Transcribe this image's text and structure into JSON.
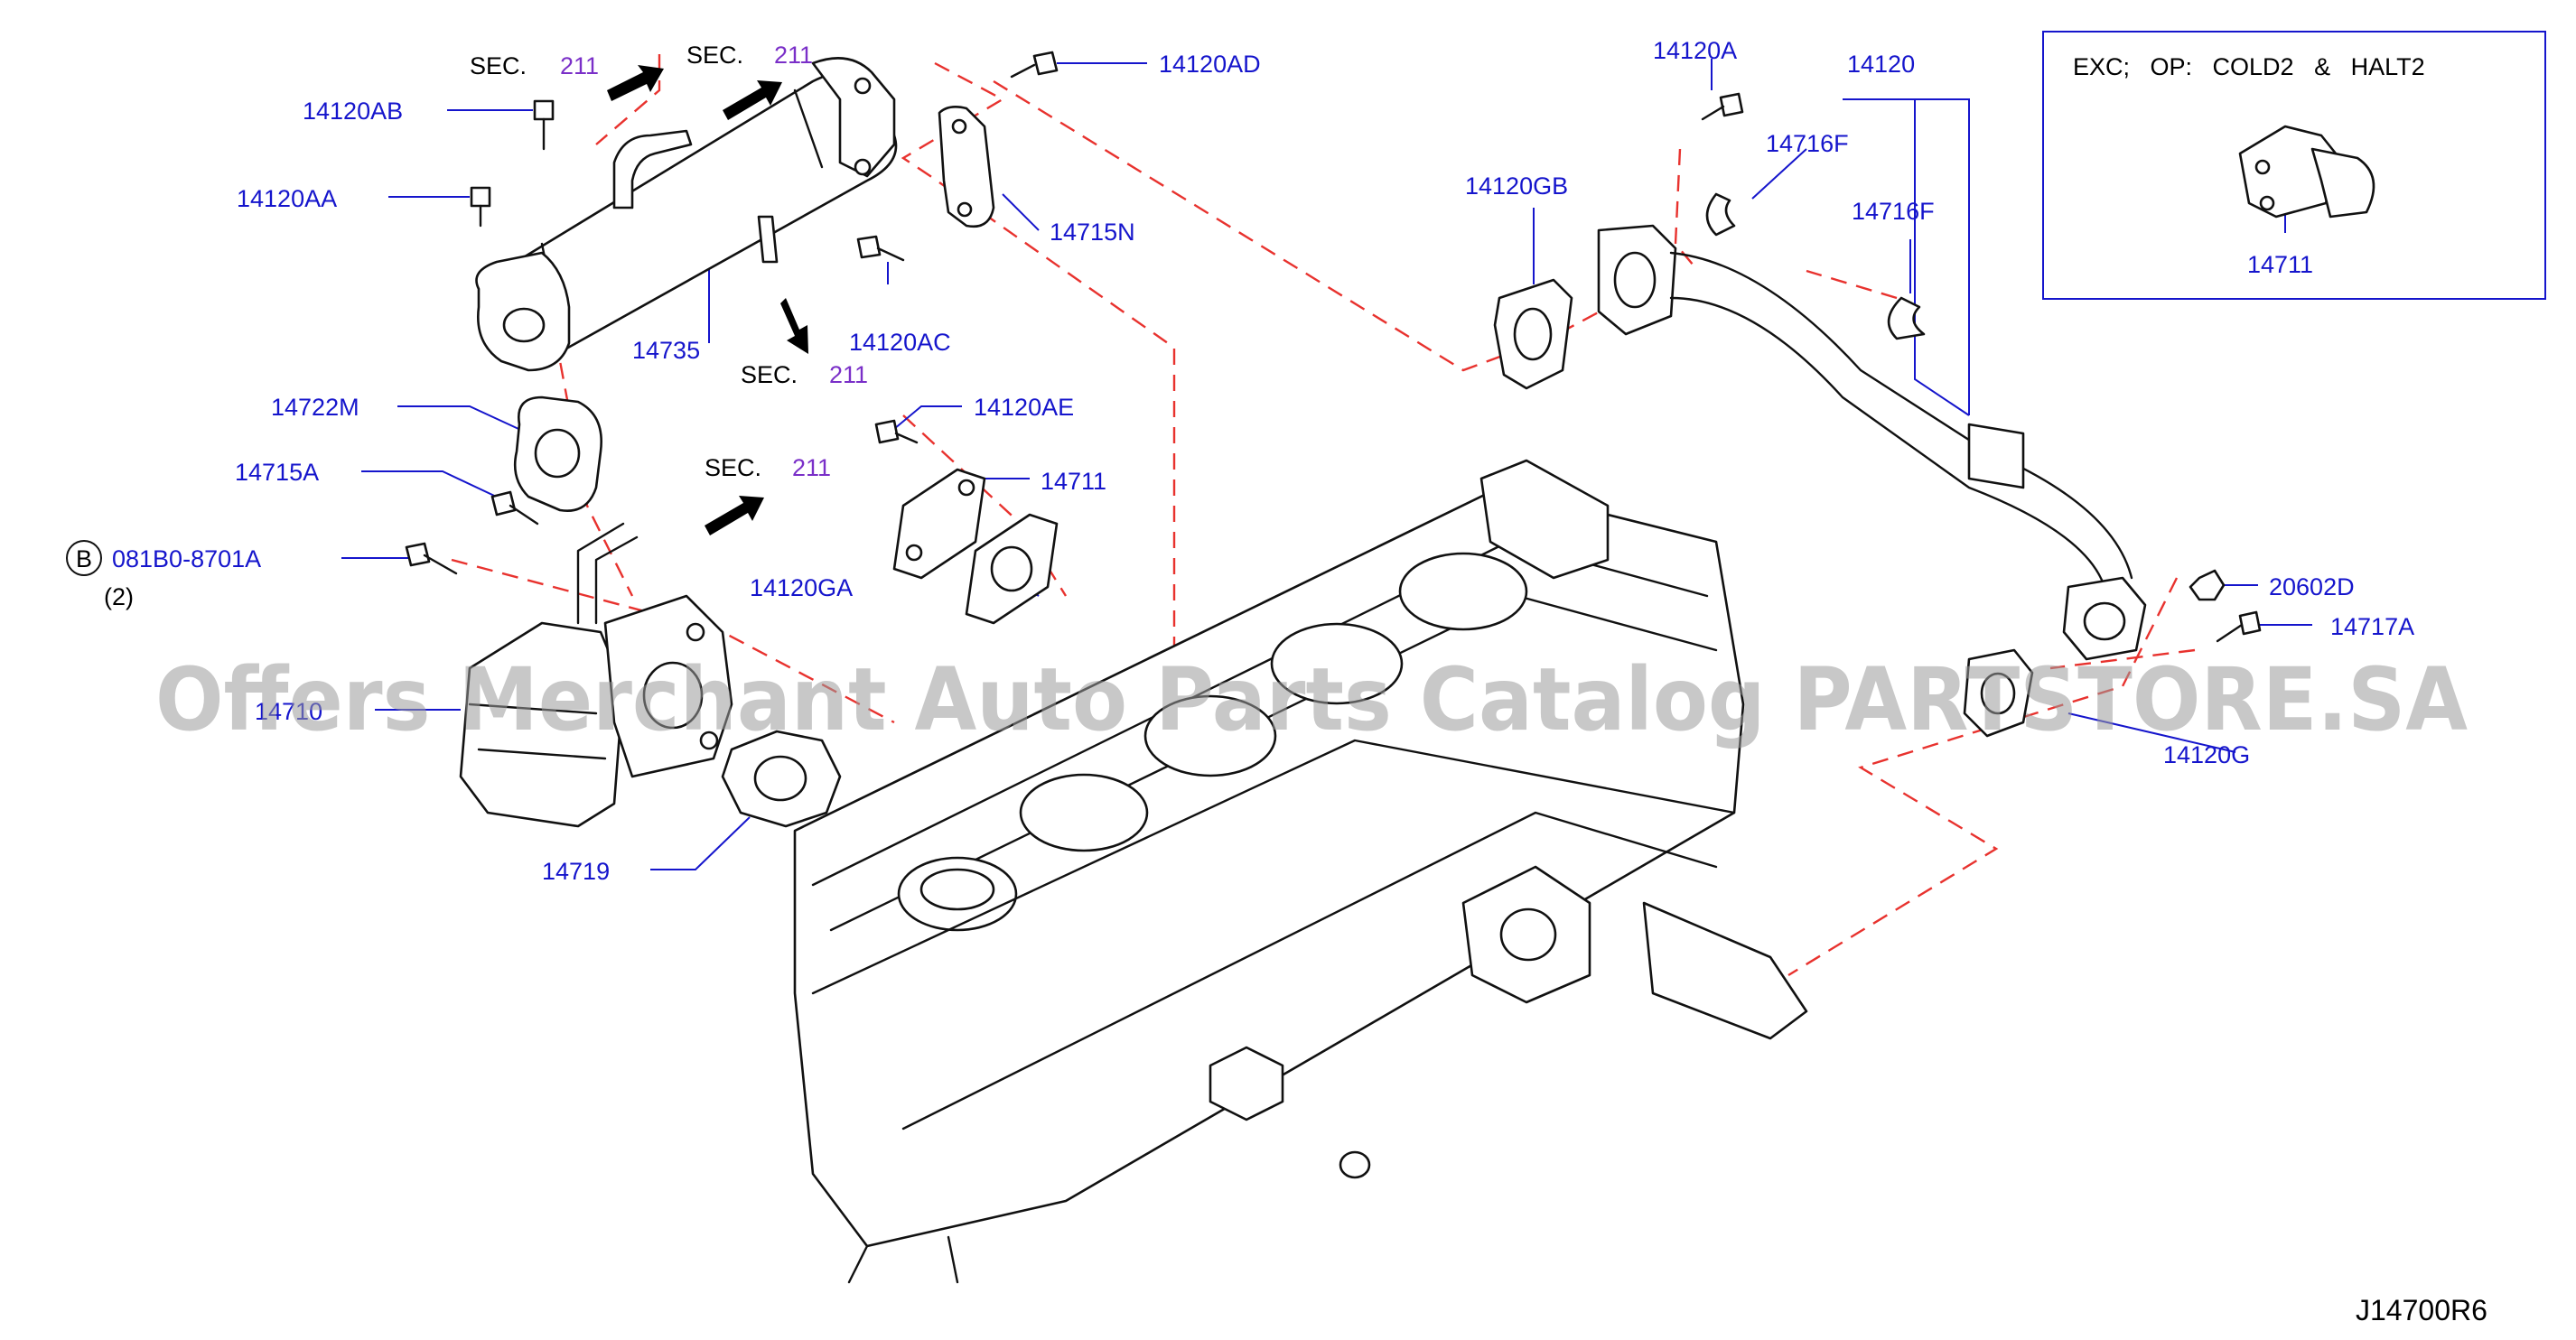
{
  "diagram": {
    "labels": {
      "p14120ab": "14120AB",
      "p14120aa": "14120AA",
      "p14722m": "14722M",
      "p14715a": "14715A",
      "p081b0": "081B0-8701A",
      "qty2": "(2)",
      "p14710": "14710",
      "p14719": "14719",
      "p14735": "14735",
      "p14120ad": "14120AD",
      "p14715n": "14715N",
      "p14120ac": "14120AC",
      "p14120ae": "14120AE",
      "p14711a": "14711",
      "p14120ga": "14120GA",
      "p14120a": "14120A",
      "p14120": "14120",
      "p14716f1": "14716F",
      "p14716f2": "14716F",
      "p14120gb": "14120GB",
      "p20602d": "20602D",
      "p14717a": "14717A",
      "p14120g": "14120G",
      "p14711b": "14711"
    },
    "bolt_marker": "B",
    "sec_refs": [
      {
        "text": "SEC.",
        "num": "211"
      },
      {
        "text": "SEC.",
        "num": "211"
      },
      {
        "text": "SEC.",
        "num": "211"
      },
      {
        "text": "SEC.",
        "num": "211"
      }
    ],
    "inset_note": "EXC;   OP:   COLD2   &   HALT2",
    "diagram_code": "J14700R6",
    "watermark": "Offers Merchant Auto Parts Catalog PARTSTORE.SA",
    "colors": {
      "label_blue": "#1515cc",
      "sec_purple": "#7a2fc8",
      "dashed_red": "#e8322e",
      "line_black": "#111111"
    }
  }
}
